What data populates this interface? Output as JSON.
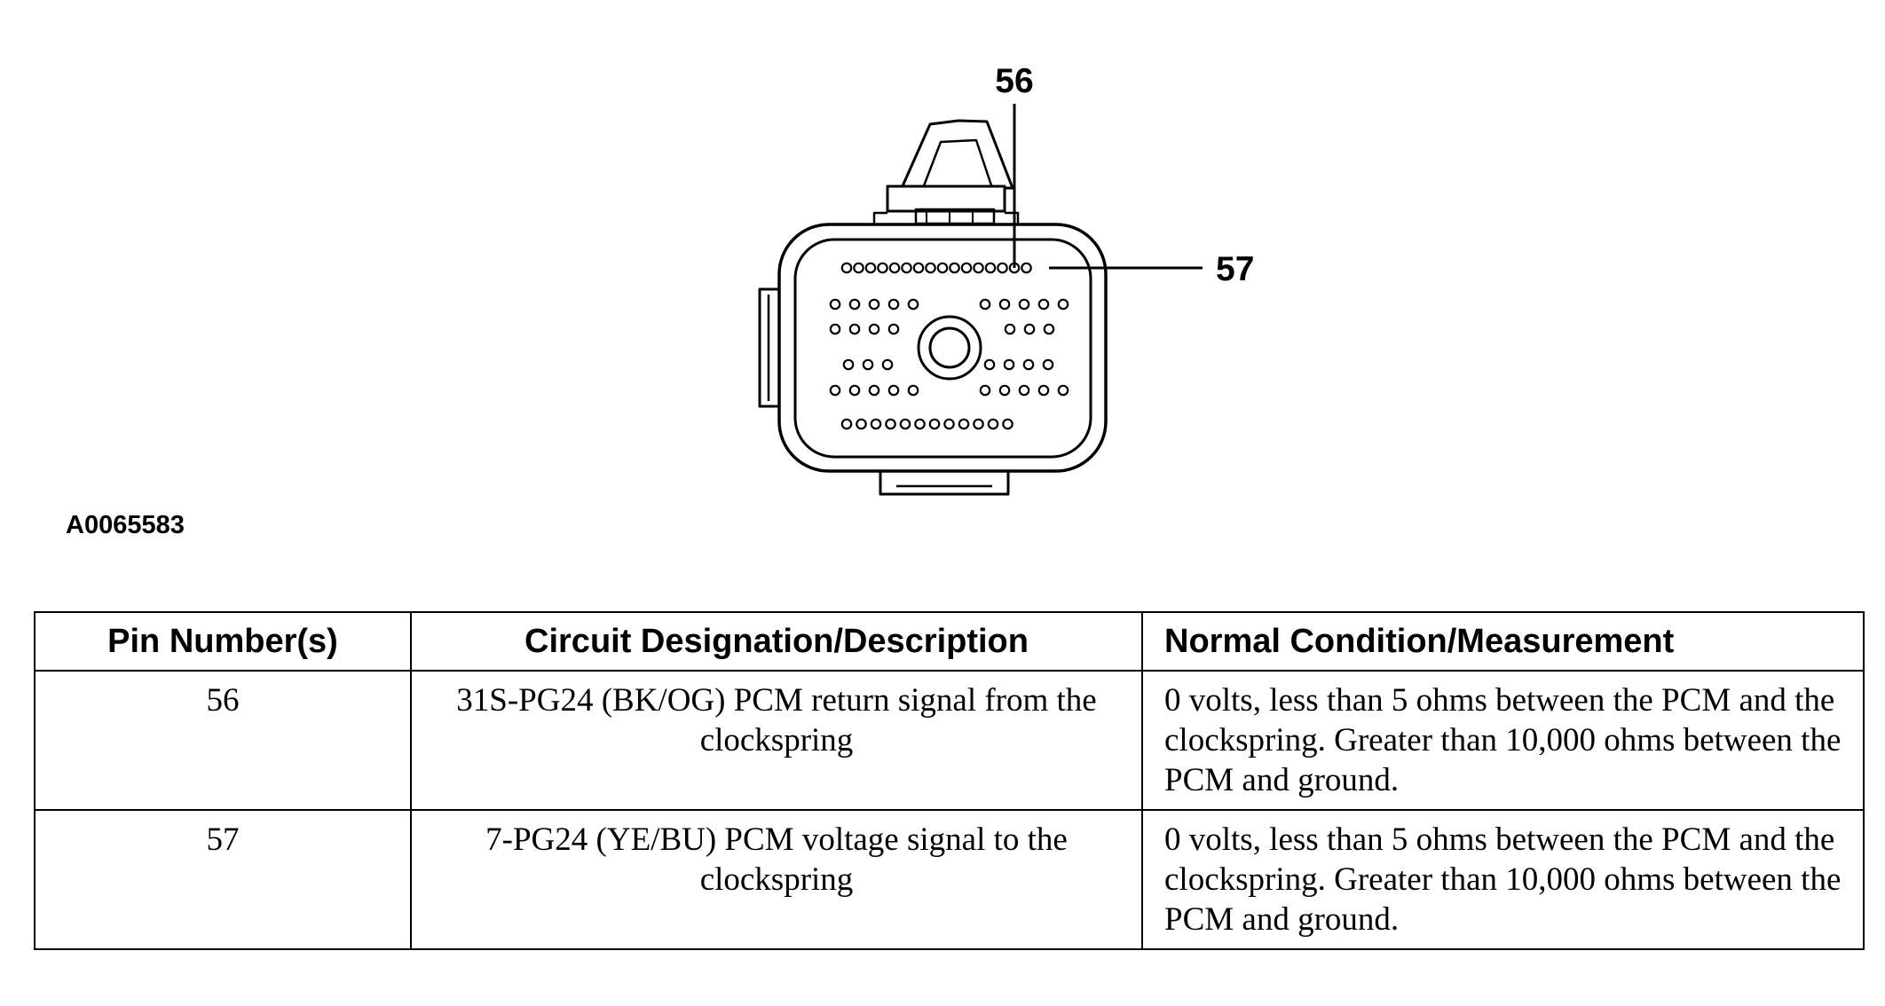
{
  "diagram": {
    "callouts": [
      {
        "label": "56"
      },
      {
        "label": "57"
      }
    ],
    "figure_id": "A0065583",
    "stroke_color": "#000000"
  },
  "table": {
    "headers": [
      "Pin Number(s)",
      "Circuit Designation/Description",
      "Normal Condition/Measurement"
    ],
    "rows": [
      {
        "pin": "56",
        "circuit": "31S-PG24 (BK/OG) PCM return signal from the clockspring",
        "measurement": "0 volts, less than 5 ohms between the PCM and the clockspring. Greater than 10,000 ohms between the PCM and ground."
      },
      {
        "pin": "57",
        "circuit": "7-PG24 (YE/BU) PCM voltage signal to the clockspring",
        "measurement": "0 volts, less than 5 ohms between the PCM and the clockspring. Greater than 10,000 ohms between the PCM and ground."
      }
    ]
  }
}
